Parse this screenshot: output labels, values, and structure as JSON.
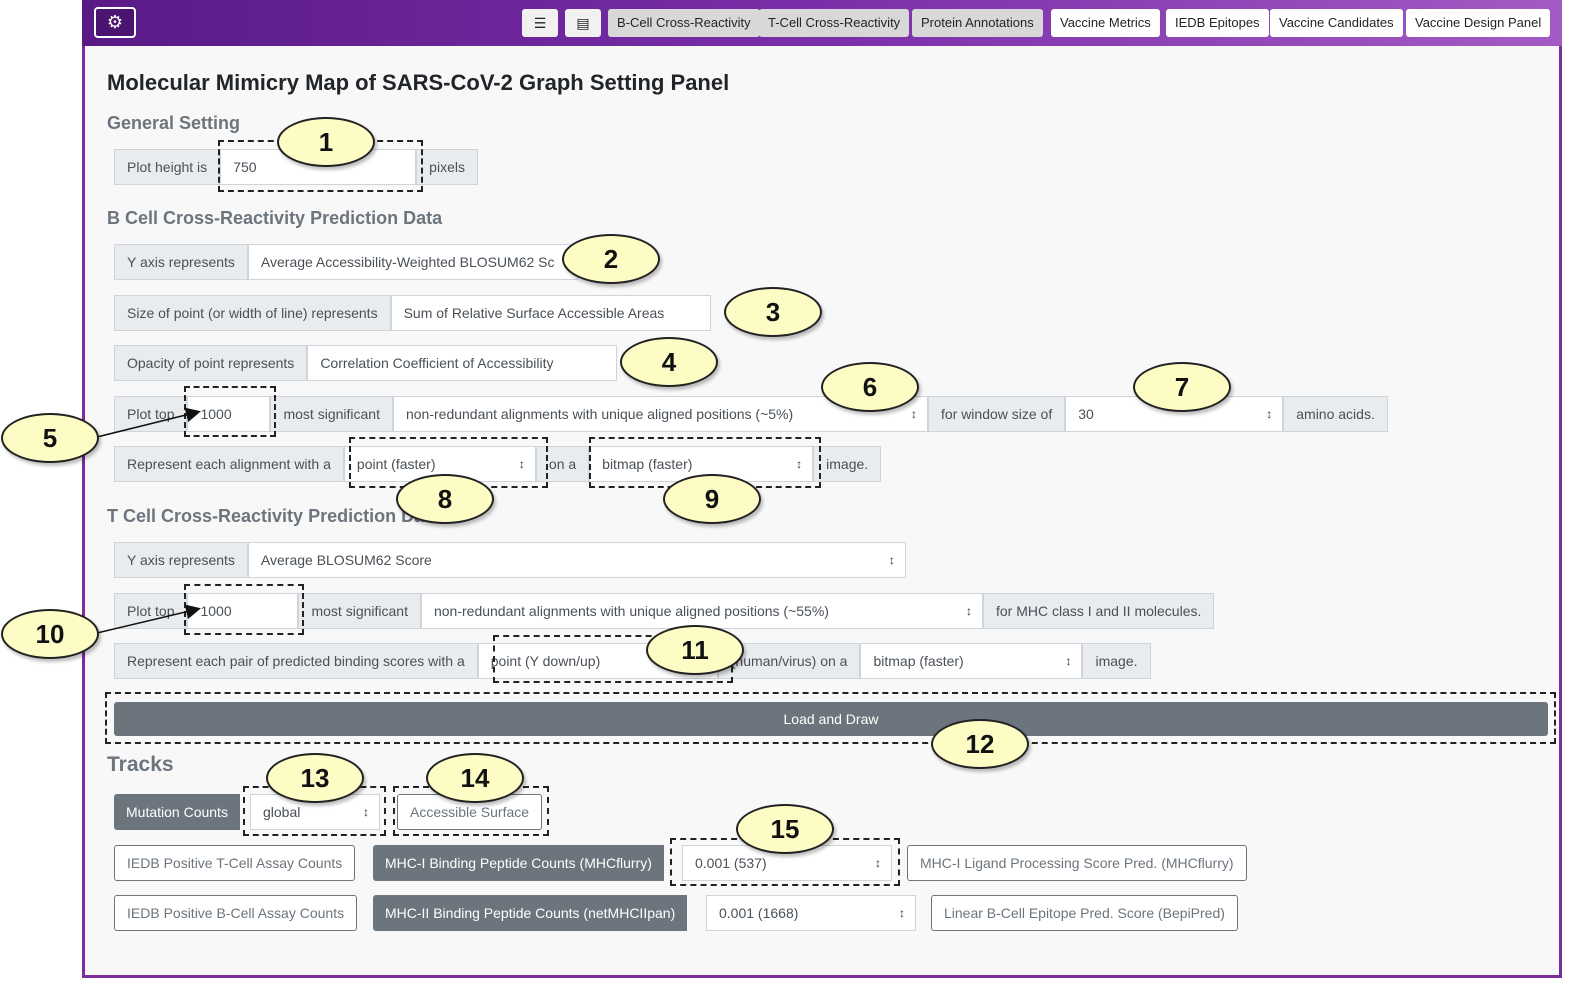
{
  "navbar": {
    "items": [
      {
        "label": "B-Cell Cross-Reactivity"
      },
      {
        "label": "T-Cell Cross-Reactivity"
      },
      {
        "label": "Protein Annotations"
      },
      {
        "label": "Vaccine Metrics"
      },
      {
        "label": "IEDB Epitopes"
      },
      {
        "label": "Vaccine Candidates"
      },
      {
        "label": "Vaccine Design Panel"
      }
    ]
  },
  "panel": {
    "title": "Molecular Mimicry Map of SARS-CoV-2 Graph Setting Panel"
  },
  "general": {
    "heading": "General Setting",
    "plot_height_label": "Plot height is",
    "plot_height_value": "750",
    "pixels_label": "pixels"
  },
  "bcell": {
    "heading": "B Cell Cross-Reactivity Prediction Data",
    "y_axis_label": "Y axis represents",
    "y_axis_value": "Average Accessibility-Weighted BLOSUM62 Sc",
    "size_label": "Size of point (or width of line) represents",
    "size_value": "Sum of Relative Surface Accessible Areas",
    "opacity_label": "Opacity of point represents",
    "opacity_value": "Correlation Coefficient of Accessibility",
    "plot_top_label": "Plot top",
    "plot_top_value": "1000",
    "most_sig_label": "most significant",
    "alignment_value": "non-redundant alignments with unique aligned positions (~5%)",
    "window_label": "for window size of",
    "window_value": "30",
    "amino_label": "amino acids.",
    "represent_label": "Represent each alignment with a",
    "mark_value": "point (faster)",
    "on_a_label": "on a",
    "image_type_value": "bitmap (faster)",
    "image_label": "image."
  },
  "tcell": {
    "heading": "T Cell Cross-Reactivity Prediction Da",
    "y_axis_label": "Y axis represents",
    "y_axis_value": "Average BLOSUM62 Score",
    "plot_top_label": "Plot top",
    "plot_top_value": "1000",
    "most_sig_label": "most significant",
    "alignment_value": "non-redundant alignments with unique aligned positions (~55%)",
    "mhc_label": "for MHC class I and II molecules.",
    "represent_label": "Represent each pair of predicted binding scores with a",
    "mark_value": "point (Y down/up)",
    "human_virus_label": "(human/virus) on a",
    "image_type_value": "bitmap (faster)",
    "image_label": "image."
  },
  "load_button": "Load and Draw",
  "tracks": {
    "heading": "Tracks",
    "mutation_counts": "Mutation Counts",
    "mutation_scope": "global",
    "accessible_surface": "Accessible Surface",
    "iedb_tcell": "IEDB Positive T-Cell Assay Counts",
    "mhc1_counts": "MHC-I Binding Peptide Counts (MHCflurry)",
    "mhc1_threshold": "0.001 (537)",
    "mhc1_ligand": "MHC-I Ligand Processing Score Pred. (MHCflurry)",
    "iedb_bcell": "IEDB Positive B-Cell Assay Counts",
    "mhc2_counts": "MHC-II Binding Peptide Counts (netMHCIIpan)",
    "mhc2_threshold": "0.001 (1668)",
    "linear_bcell": "Linear B-Cell Epitope Pred. Score (BepiPred)"
  },
  "callouts": [
    "1",
    "2",
    "3",
    "4",
    "5",
    "6",
    "7",
    "8",
    "9",
    "10",
    "11",
    "12",
    "13",
    "14",
    "15"
  ],
  "icons": {
    "settings": "gear-icon",
    "list": "list-icon",
    "document": "document-icon",
    "select_caret": "updown-caret-icon"
  }
}
